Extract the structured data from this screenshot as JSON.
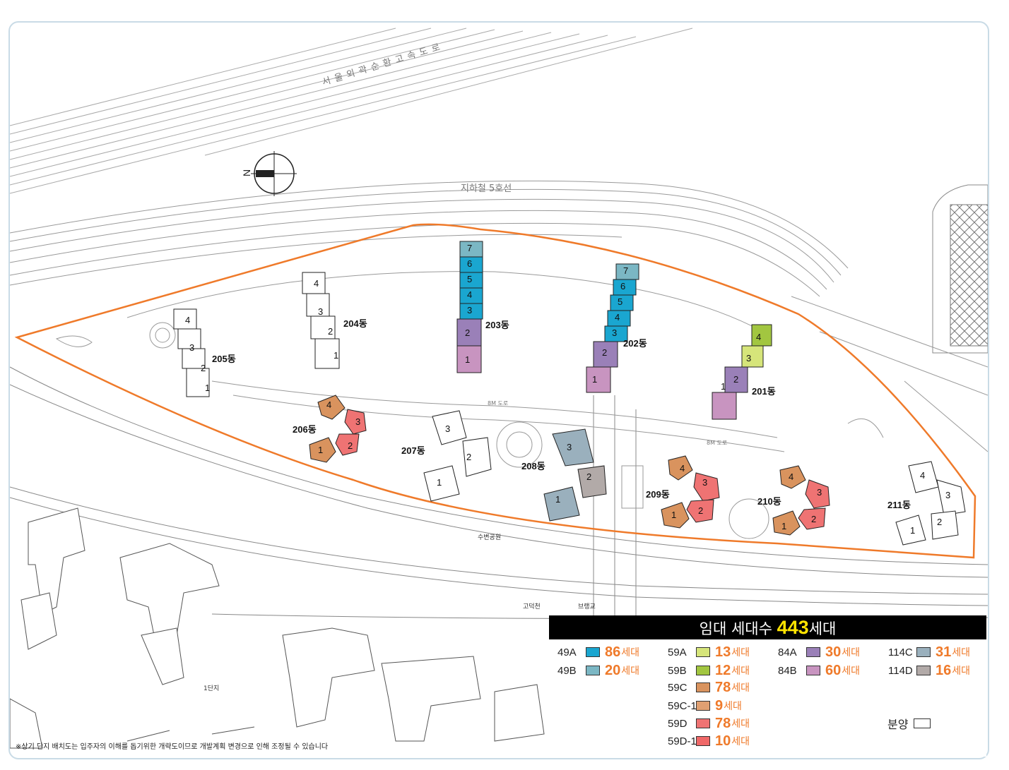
{
  "map": {
    "road_labels": {
      "expressway": "서울외곽순환고속도로",
      "subway": "지하철 5호선",
      "road_8m_a": "8M 도로",
      "road_8m_b": "8M 도로",
      "park": "수변공원",
      "stream": "고덕천",
      "bridge": "브랭교",
      "complex1": "1단지"
    },
    "buildings": [
      {
        "name": "205동",
        "units": [
          "4",
          "3",
          "2",
          "1"
        ]
      },
      {
        "name": "204동",
        "units": [
          "4",
          "3",
          "2",
          "1"
        ]
      },
      {
        "name": "203동",
        "units": [
          "7",
          "6",
          "5",
          "4",
          "3",
          "2",
          "1"
        ]
      },
      {
        "name": "202동",
        "units": [
          "7",
          "6",
          "5",
          "4",
          "3",
          "2",
          "1"
        ]
      },
      {
        "name": "201동",
        "units": [
          "4",
          "3",
          "2",
          "1"
        ]
      },
      {
        "name": "206동",
        "units": [
          "4",
          "3",
          "2",
          "1"
        ]
      },
      {
        "name": "207동",
        "units": [
          "3",
          "2",
          "1"
        ]
      },
      {
        "name": "208동",
        "units": [
          "3",
          "2",
          "1"
        ]
      },
      {
        "name": "209동",
        "units": [
          "4",
          "3",
          "2",
          "1"
        ]
      },
      {
        "name": "210동",
        "units": [
          "4",
          "3",
          "2",
          "1"
        ]
      },
      {
        "name": "211동",
        "units": [
          "4",
          "3",
          "2",
          "1"
        ]
      }
    ],
    "colors": {
      "boundary": "#ef7a2a",
      "c49A": "#1aa6d0",
      "c49B": "#7bb7c4",
      "c59A": "#d6e57a",
      "c59B": "#a2c640",
      "c59C": "#d9935e",
      "c59C1": "#e0a072",
      "c59D": "#ef7373",
      "c59D1": "#f06868",
      "c84A": "#9a80b8",
      "c84B": "#c894c0",
      "c114C": "#9ab0bd",
      "c114D": "#b2aaa8"
    }
  },
  "legend": {
    "title_pre": "임대 세대수 ",
    "title_num": "443",
    "title_post": "세대",
    "items": [
      {
        "code": "49A",
        "num": "86",
        "unit": "세대",
        "color": "#1aa6d0"
      },
      {
        "code": "49B",
        "num": "20",
        "unit": "세대",
        "color": "#7bb7c4"
      },
      {
        "code": "59A",
        "num": "13",
        "unit": "세대",
        "color": "#d6e57a"
      },
      {
        "code": "59B",
        "num": "12",
        "unit": "세대",
        "color": "#a2c640"
      },
      {
        "code": "59C",
        "num": "78",
        "unit": "세대",
        "color": "#d9935e"
      },
      {
        "code": "59C-1",
        "num": "9",
        "unit": "세대",
        "color": "#e0a072"
      },
      {
        "code": "59D",
        "num": "78",
        "unit": "세대",
        "color": "#ef7373"
      },
      {
        "code": "59D-1",
        "num": "10",
        "unit": "세대",
        "color": "#f06868"
      },
      {
        "code": "84A",
        "num": "30",
        "unit": "세대",
        "color": "#9a80b8"
      },
      {
        "code": "84B",
        "num": "60",
        "unit": "세대",
        "color": "#c894c0"
      },
      {
        "code": "114C",
        "num": "31",
        "unit": "세대",
        "color": "#9ab0bd"
      },
      {
        "code": "114D",
        "num": "16",
        "unit": "세대",
        "color": "#b2aaa8"
      }
    ],
    "sale_label": "분양"
  },
  "footnote": "※상기 단지 배치도는 입주자의 이해를 돕기위한 개략도이므로 개발계획 변경으로 인해 조정될 수 있습니다"
}
